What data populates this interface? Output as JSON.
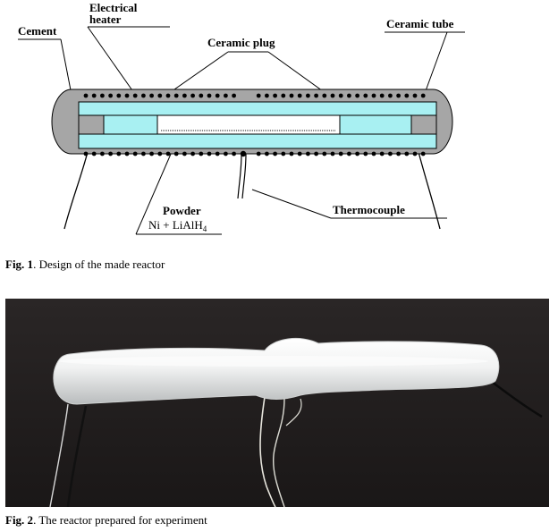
{
  "figure1": {
    "labels": {
      "cement": "Cement",
      "heater_line1": "Electrical",
      "heater_line2": "heater",
      "ceramic_plug": "Ceramic plug",
      "ceramic_tube": "Ceramic tube",
      "powder": "Powder",
      "powder_formula": "Ni + LiAlH",
      "powder_formula_sub": "4",
      "thermocouple": "Thermocouple"
    },
    "caption_prefix": "Fig. 1",
    "caption_text": ". Design of the made reactor",
    "colors": {
      "cement": "#a6a6a6",
      "ceramic": "#a8f0f2",
      "powder": "#ffffff"
    }
  },
  "figure2": {
    "caption_prefix": "Fig. 2",
    "caption_text": ". The reactor prepared  for experiment"
  }
}
